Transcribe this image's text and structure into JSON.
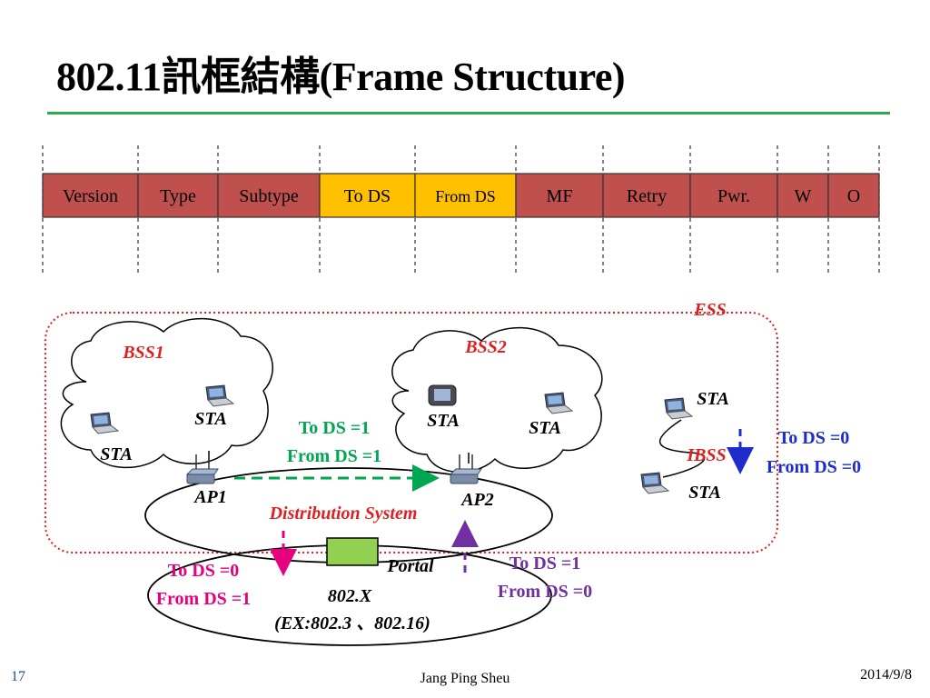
{
  "slide": {
    "title": "802.11訊框結構(Frame Structure)",
    "page_number": "17",
    "author": "Jang Ping Sheu",
    "date": "2014/9/8"
  },
  "colors": {
    "title_rule": "#2fa84f",
    "field_default": "#c0504d",
    "field_highlight": "#ffc000",
    "ess_border": "#e02020",
    "bss_label": "#e02020",
    "green_text": "#00a651",
    "blue_text": "#1f2ccc",
    "pink_text": "#e6007e",
    "purple_text": "#7030a0",
    "portal_fill": "#92d050"
  },
  "frame_fields": [
    {
      "label": "Version",
      "highlight": false
    },
    {
      "label": "Type",
      "highlight": false
    },
    {
      "label": "Subtype",
      "highlight": false
    },
    {
      "label": "To DS",
      "highlight": true
    },
    {
      "label": "From DS",
      "highlight": true
    },
    {
      "label": "MF",
      "highlight": false
    },
    {
      "label": "Retry",
      "highlight": false
    },
    {
      "label": "Pwr.",
      "highlight": false
    },
    {
      "label": "W",
      "highlight": false
    },
    {
      "label": "O",
      "highlight": false
    }
  ],
  "diagram": {
    "ess_label": "ESS",
    "bss1_label": "BSS1",
    "bss2_label": "BSS2",
    "ibss_label": "IBSS",
    "sta_label": "STA",
    "ap1_label": "AP1",
    "ap2_label": "AP2",
    "ds_label": "Distribution System",
    "portal_label": "Portal",
    "net_label": "802.X",
    "net_example": "(EX:802.3 、802.16)",
    "ap_to_ap": {
      "to_ds": "To DS =1",
      "from_ds": "From DS =1"
    },
    "ibss_flags": {
      "to_ds": "To DS =0",
      "from_ds": "From DS =0"
    },
    "ds_to_net": {
      "to_ds": "To DS =0",
      "from_ds": "From DS =1"
    },
    "net_to_ds": {
      "to_ds": "To DS =1",
      "from_ds": "From DS =0"
    }
  }
}
